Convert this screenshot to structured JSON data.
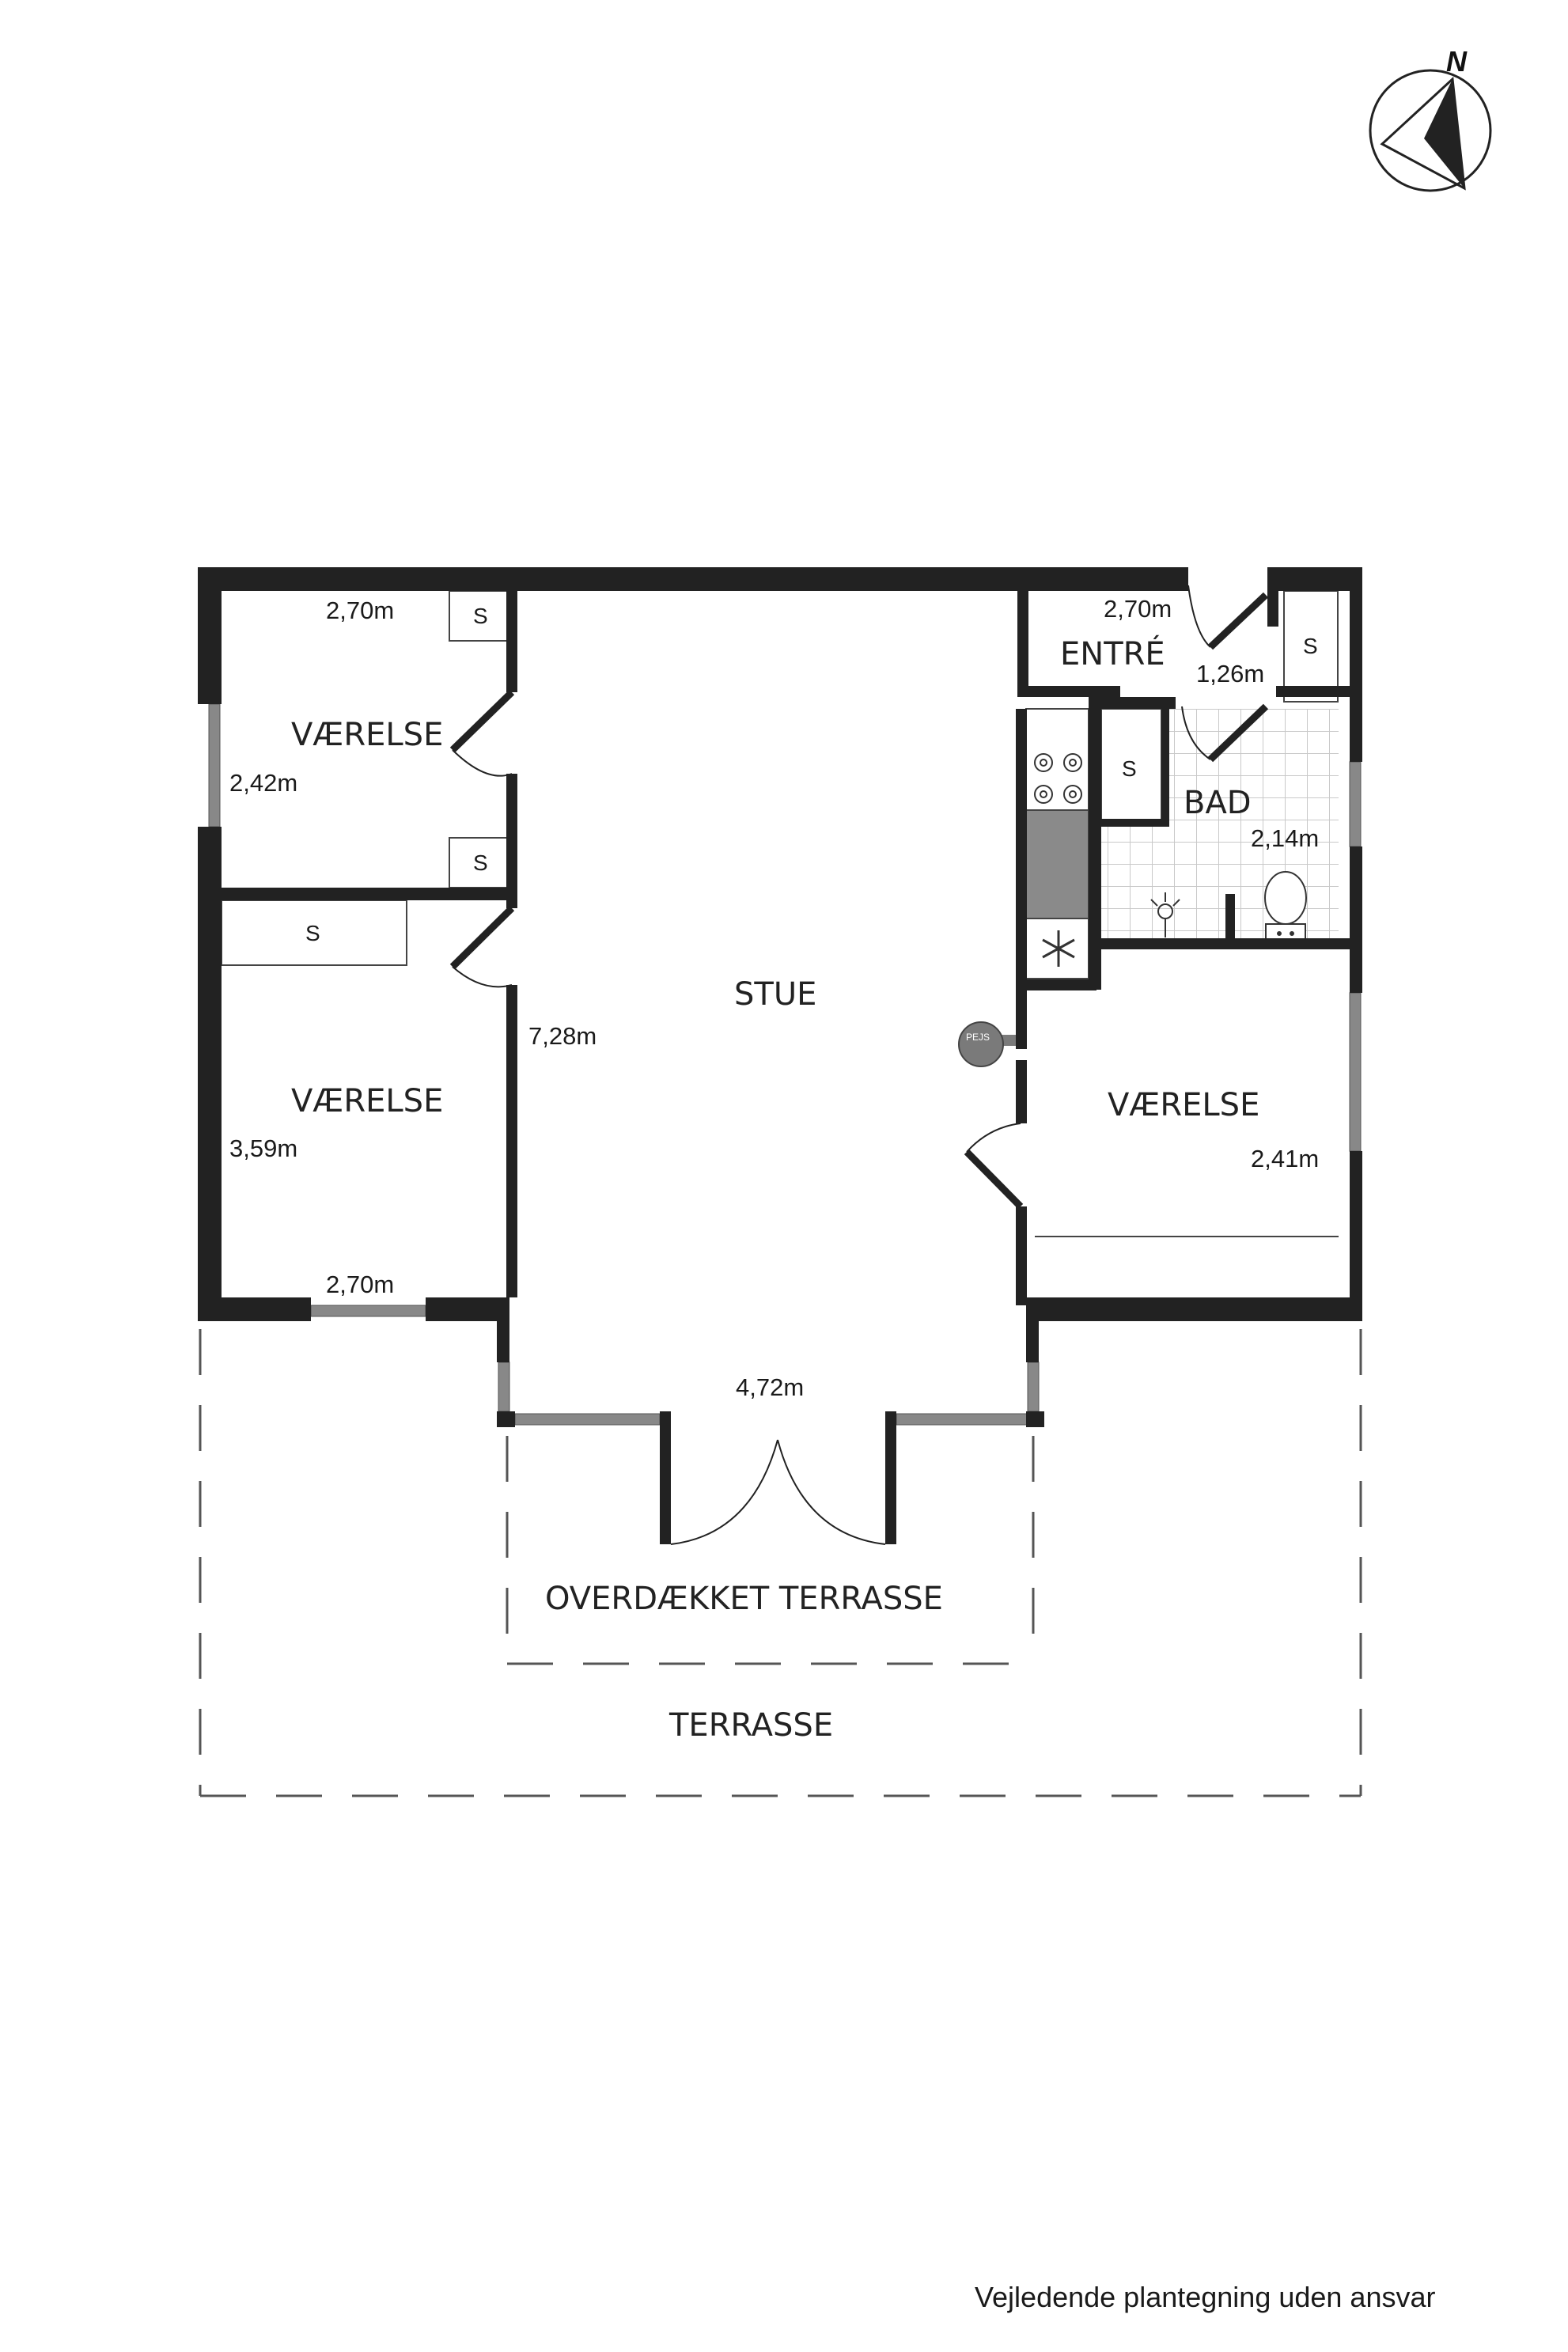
{
  "rooms": {
    "vaerelse_top_left": "VÆRELSE",
    "vaerelse_bottom_left": "VÆRELSE",
    "stue": "STUE",
    "entre": "ENTRÉ",
    "bad": "BAD",
    "vaerelse_right": "VÆRELSE",
    "overdaekket_terrasse": "OVERDÆKKET TERRASSE",
    "terrasse": "TERRASSE"
  },
  "dimensions": {
    "top_left_width": "2,70m",
    "top_left_depth": "2,42m",
    "bottom_left_depth": "3,59m",
    "bottom_left_width": "2,70m",
    "stue_depth": "7,28m",
    "stue_width": "4,72m",
    "entre_width": "2,70m",
    "entre_depth": "1,26m",
    "bad_depth": "2,14m",
    "right_room_depth": "2,41m"
  },
  "storage": {
    "top_left_1": "S",
    "top_left_2": "S",
    "bottom_left": "S",
    "entre": "S",
    "kitchen": "S"
  },
  "fireplace_label": "PEJS",
  "compass": {
    "label": "N",
    "icon": "compass-icon"
  },
  "disclaimer": "Vejledende plantegning uden ansvar",
  "colors": {
    "wall": "#222222",
    "window": "#888888",
    "kitchen": "#8a8a8a",
    "line": "#444444"
  }
}
